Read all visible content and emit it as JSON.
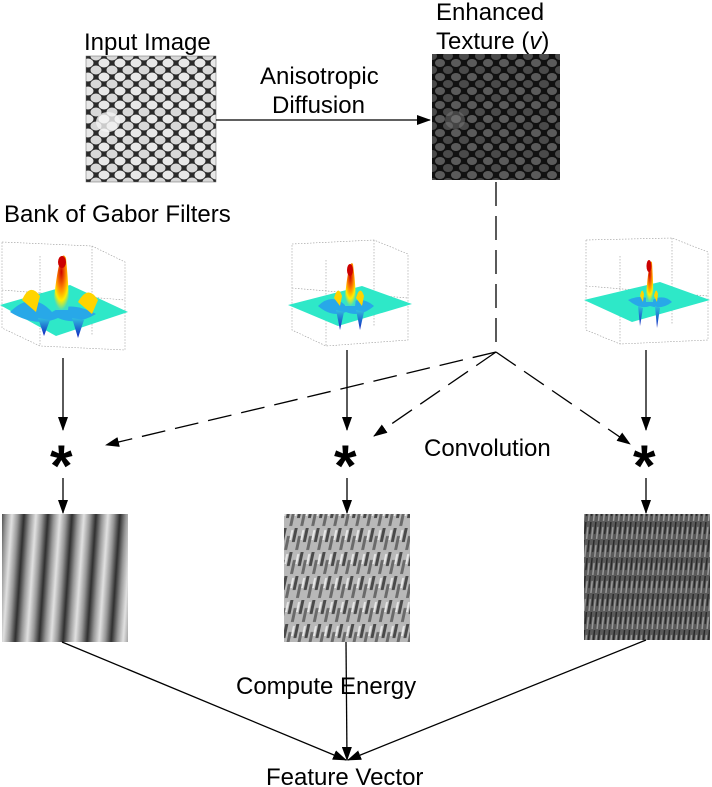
{
  "labels": {
    "input_image": "Input Image",
    "anisotropic_1": "Anisotropic",
    "anisotropic_2": "Diffusion",
    "enhanced_1": "Enhanced",
    "enhanced_2_prefix": "Texture (",
    "enhanced_2_var": "v",
    "enhanced_2_suffix": ")",
    "gabor_bank": "Bank of Gabor Filters",
    "convolution": "Convolution",
    "compute_energy": "Compute Energy",
    "feature_vector": "Feature Vector",
    "conv_symbol": "*"
  },
  "colors": {
    "line": "#000000",
    "surface_base": "#2ee8c8",
    "peak": "#cc0000",
    "trough": "#1020c0"
  }
}
